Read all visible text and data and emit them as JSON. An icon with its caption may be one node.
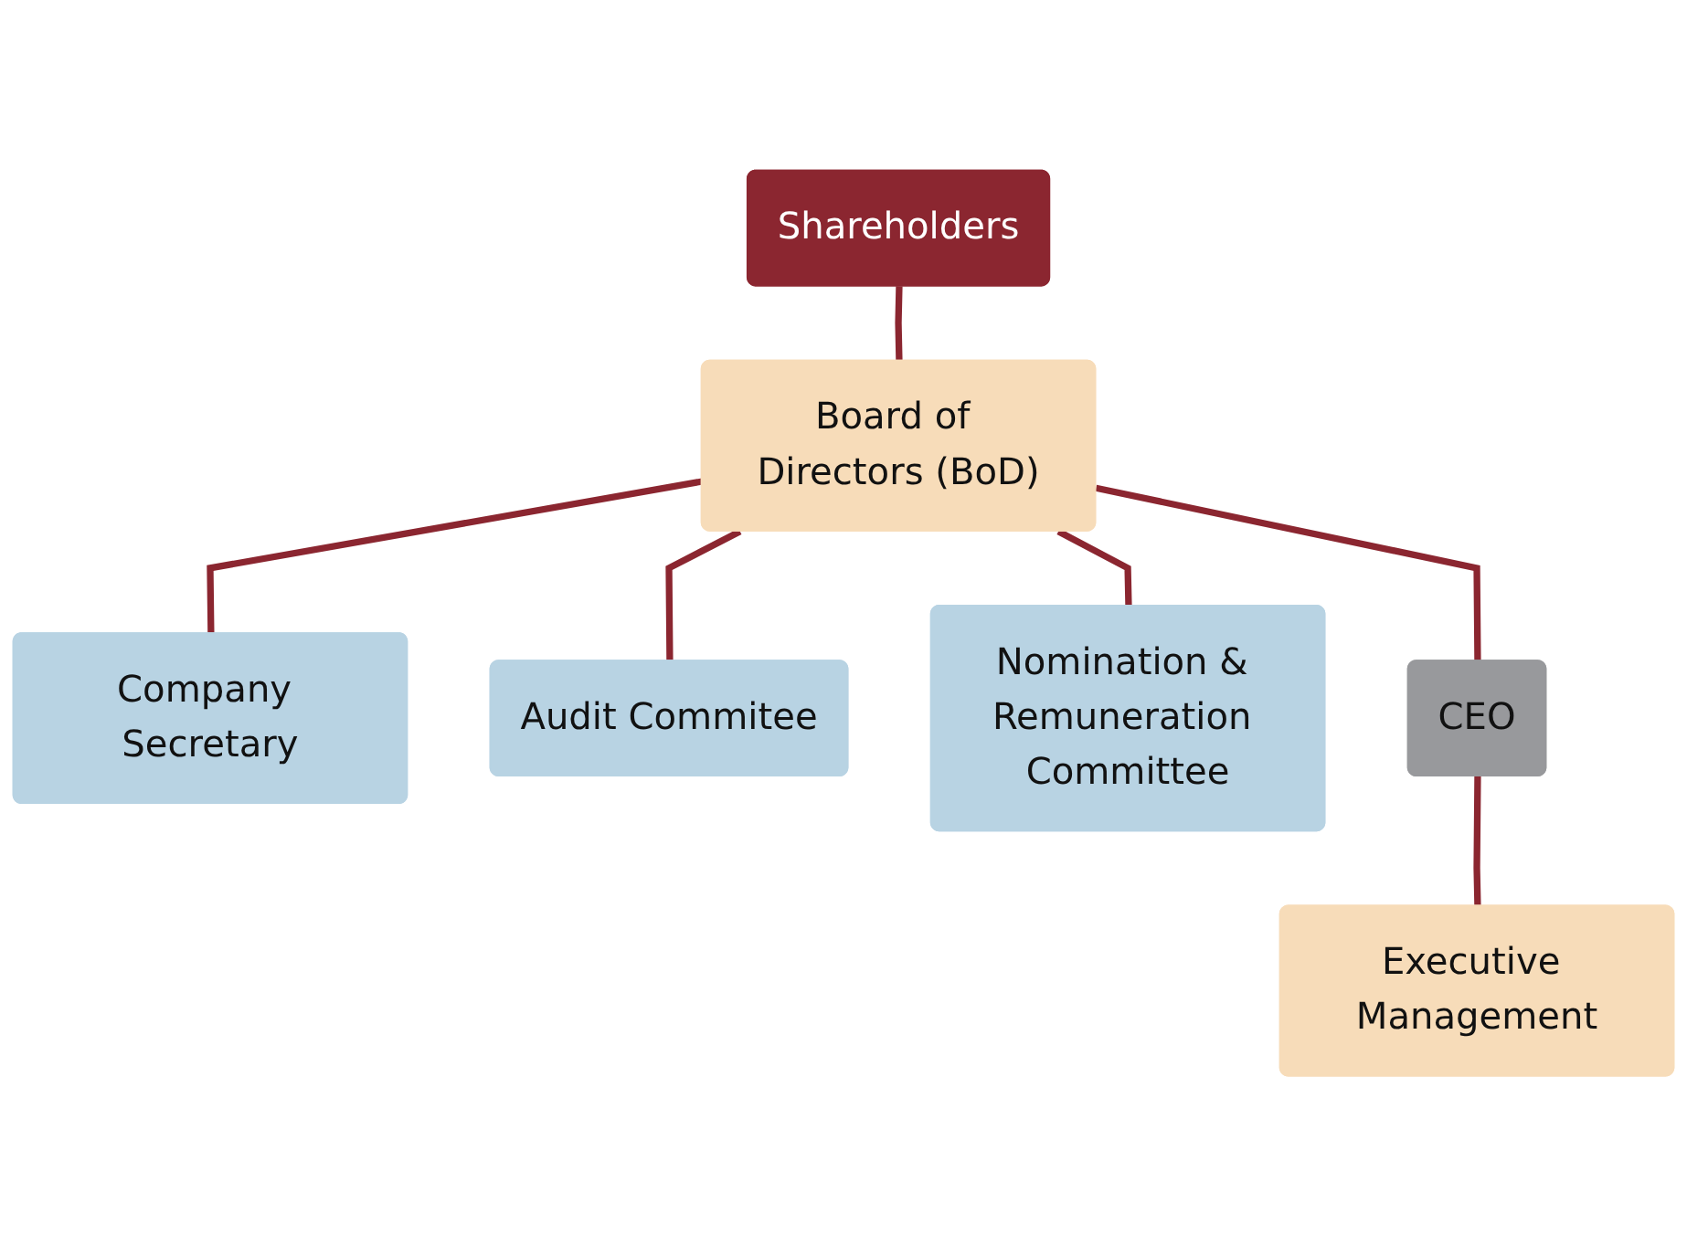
{
  "diagram": {
    "nodes": [
      {
        "text": [
          "Shareholders"
        ]
      },
      {
        "text": [
          "Board of Directors (BoD)"
        ]
      },
      {
        "text": [
          "Company Secretary"
        ]
      },
      {
        "text": [
          "Audit Commitee"
        ]
      },
      {
        "text": [
          "Nomination & Remuneration Committee"
        ]
      },
      {
        "text": [
          "CEO"
        ]
      },
      {
        "text": [
          "Executive Management"
        ]
      }
    ],
    "edges": [
      {
        "from": 0,
        "to": 1,
        "arrow": "none"
      },
      {
        "from": 1,
        "to": 2,
        "arrow": "none"
      },
      {
        "from": 1,
        "to": 3,
        "arrow": "none"
      },
      {
        "from": 1,
        "to": 4,
        "arrow": "none"
      },
      {
        "from": 1,
        "to": 5,
        "arrow": "none"
      },
      {
        "from": 5,
        "to": 6,
        "arrow": "none"
      }
    ]
  }
}
